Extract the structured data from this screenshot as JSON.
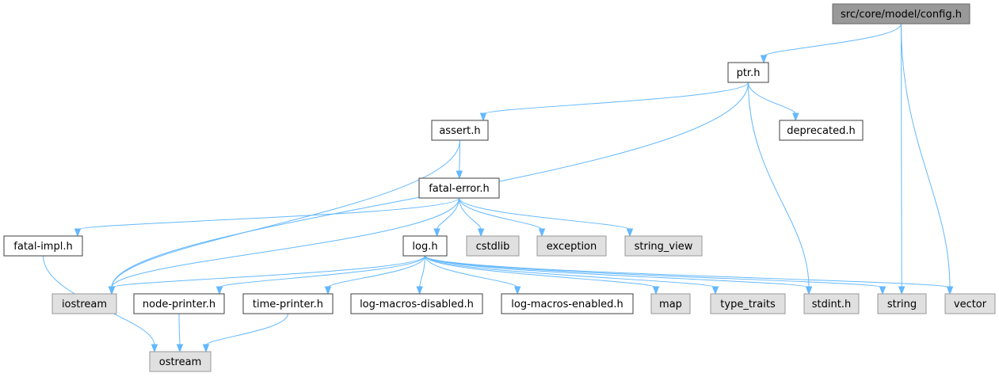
{
  "colors": {
    "edge": "#63b8ff",
    "root_fill": "#999999",
    "local_fill": "#ffffff",
    "system_fill": "#e0e0e0",
    "border": "#3f3f3f"
  },
  "nodes": {
    "config_h": {
      "label": "src/core/model/config.h",
      "kind": "root"
    },
    "ptr_h": {
      "label": "ptr.h",
      "kind": "local"
    },
    "assert_h": {
      "label": "assert.h",
      "kind": "local"
    },
    "deprecated_h": {
      "label": "deprecated.h",
      "kind": "local"
    },
    "fatal_error_h": {
      "label": "fatal-error.h",
      "kind": "local"
    },
    "fatal_impl_h": {
      "label": "fatal-impl.h",
      "kind": "local"
    },
    "log_h": {
      "label": "log.h",
      "kind": "local"
    },
    "cstdlib": {
      "label": "cstdlib",
      "kind": "system"
    },
    "exception": {
      "label": "exception",
      "kind": "system"
    },
    "string_view": {
      "label": "string_view",
      "kind": "system"
    },
    "iostream": {
      "label": "iostream",
      "kind": "system"
    },
    "node_printer_h": {
      "label": "node-printer.h",
      "kind": "local"
    },
    "time_printer_h": {
      "label": "time-printer.h",
      "kind": "local"
    },
    "log_macros_disabled_h": {
      "label": "log-macros-disabled.h",
      "kind": "local"
    },
    "log_macros_enabled_h": {
      "label": "log-macros-enabled.h",
      "kind": "local"
    },
    "map": {
      "label": "map",
      "kind": "system"
    },
    "type_traits": {
      "label": "type_traits",
      "kind": "system"
    },
    "stdint_h": {
      "label": "stdint.h",
      "kind": "system"
    },
    "string": {
      "label": "string",
      "kind": "system"
    },
    "vector": {
      "label": "vector",
      "kind": "system"
    },
    "ostream": {
      "label": "ostream",
      "kind": "system"
    }
  },
  "edges": [
    {
      "from": "config_h",
      "to": "ptr_h"
    },
    {
      "from": "config_h",
      "to": "string"
    },
    {
      "from": "config_h",
      "to": "vector"
    },
    {
      "from": "ptr_h",
      "to": "iostream"
    },
    {
      "from": "ptr_h",
      "to": "assert_h"
    },
    {
      "from": "ptr_h",
      "to": "deprecated_h"
    },
    {
      "from": "ptr_h",
      "to": "stdint_h"
    },
    {
      "from": "assert_h",
      "to": "iostream"
    },
    {
      "from": "assert_h",
      "to": "fatal_error_h"
    },
    {
      "from": "fatal_error_h",
      "to": "fatal_impl_h"
    },
    {
      "from": "fatal_error_h",
      "to": "iostream"
    },
    {
      "from": "fatal_error_h",
      "to": "log_h"
    },
    {
      "from": "fatal_error_h",
      "to": "cstdlib"
    },
    {
      "from": "fatal_error_h",
      "to": "exception"
    },
    {
      "from": "fatal_error_h",
      "to": "string_view"
    },
    {
      "from": "fatal_impl_h",
      "to": "ostream"
    },
    {
      "from": "log_h",
      "to": "iostream"
    },
    {
      "from": "log_h",
      "to": "node_printer_h"
    },
    {
      "from": "log_h",
      "to": "time_printer_h"
    },
    {
      "from": "log_h",
      "to": "log_macros_disabled_h"
    },
    {
      "from": "log_h",
      "to": "log_macros_enabled_h"
    },
    {
      "from": "log_h",
      "to": "map"
    },
    {
      "from": "log_h",
      "to": "type_traits"
    },
    {
      "from": "log_h",
      "to": "stdint_h"
    },
    {
      "from": "log_h",
      "to": "string"
    },
    {
      "from": "log_h",
      "to": "vector"
    },
    {
      "from": "node_printer_h",
      "to": "ostream"
    },
    {
      "from": "time_printer_h",
      "to": "ostream"
    }
  ]
}
